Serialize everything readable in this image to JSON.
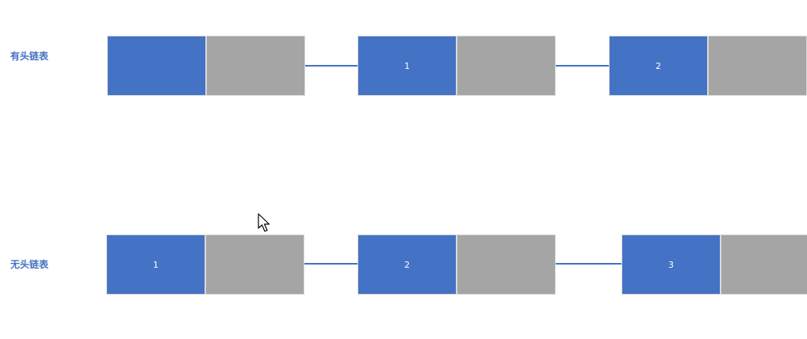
{
  "rows": [
    {
      "label": "有头链表",
      "nodes": [
        {
          "value": ""
        },
        {
          "value": "1"
        },
        {
          "value": "2"
        }
      ]
    },
    {
      "label": "无头链表",
      "nodes": [
        {
          "value": "1"
        },
        {
          "value": "2"
        },
        {
          "value": "3"
        }
      ]
    }
  ],
  "colors": {
    "data_cell": "#4472c4",
    "pointer_cell": "#a5a5a5",
    "link": "#4472c4",
    "label": "#4472c4"
  },
  "icons": {
    "cursor": "mouse-pointer-icon"
  }
}
